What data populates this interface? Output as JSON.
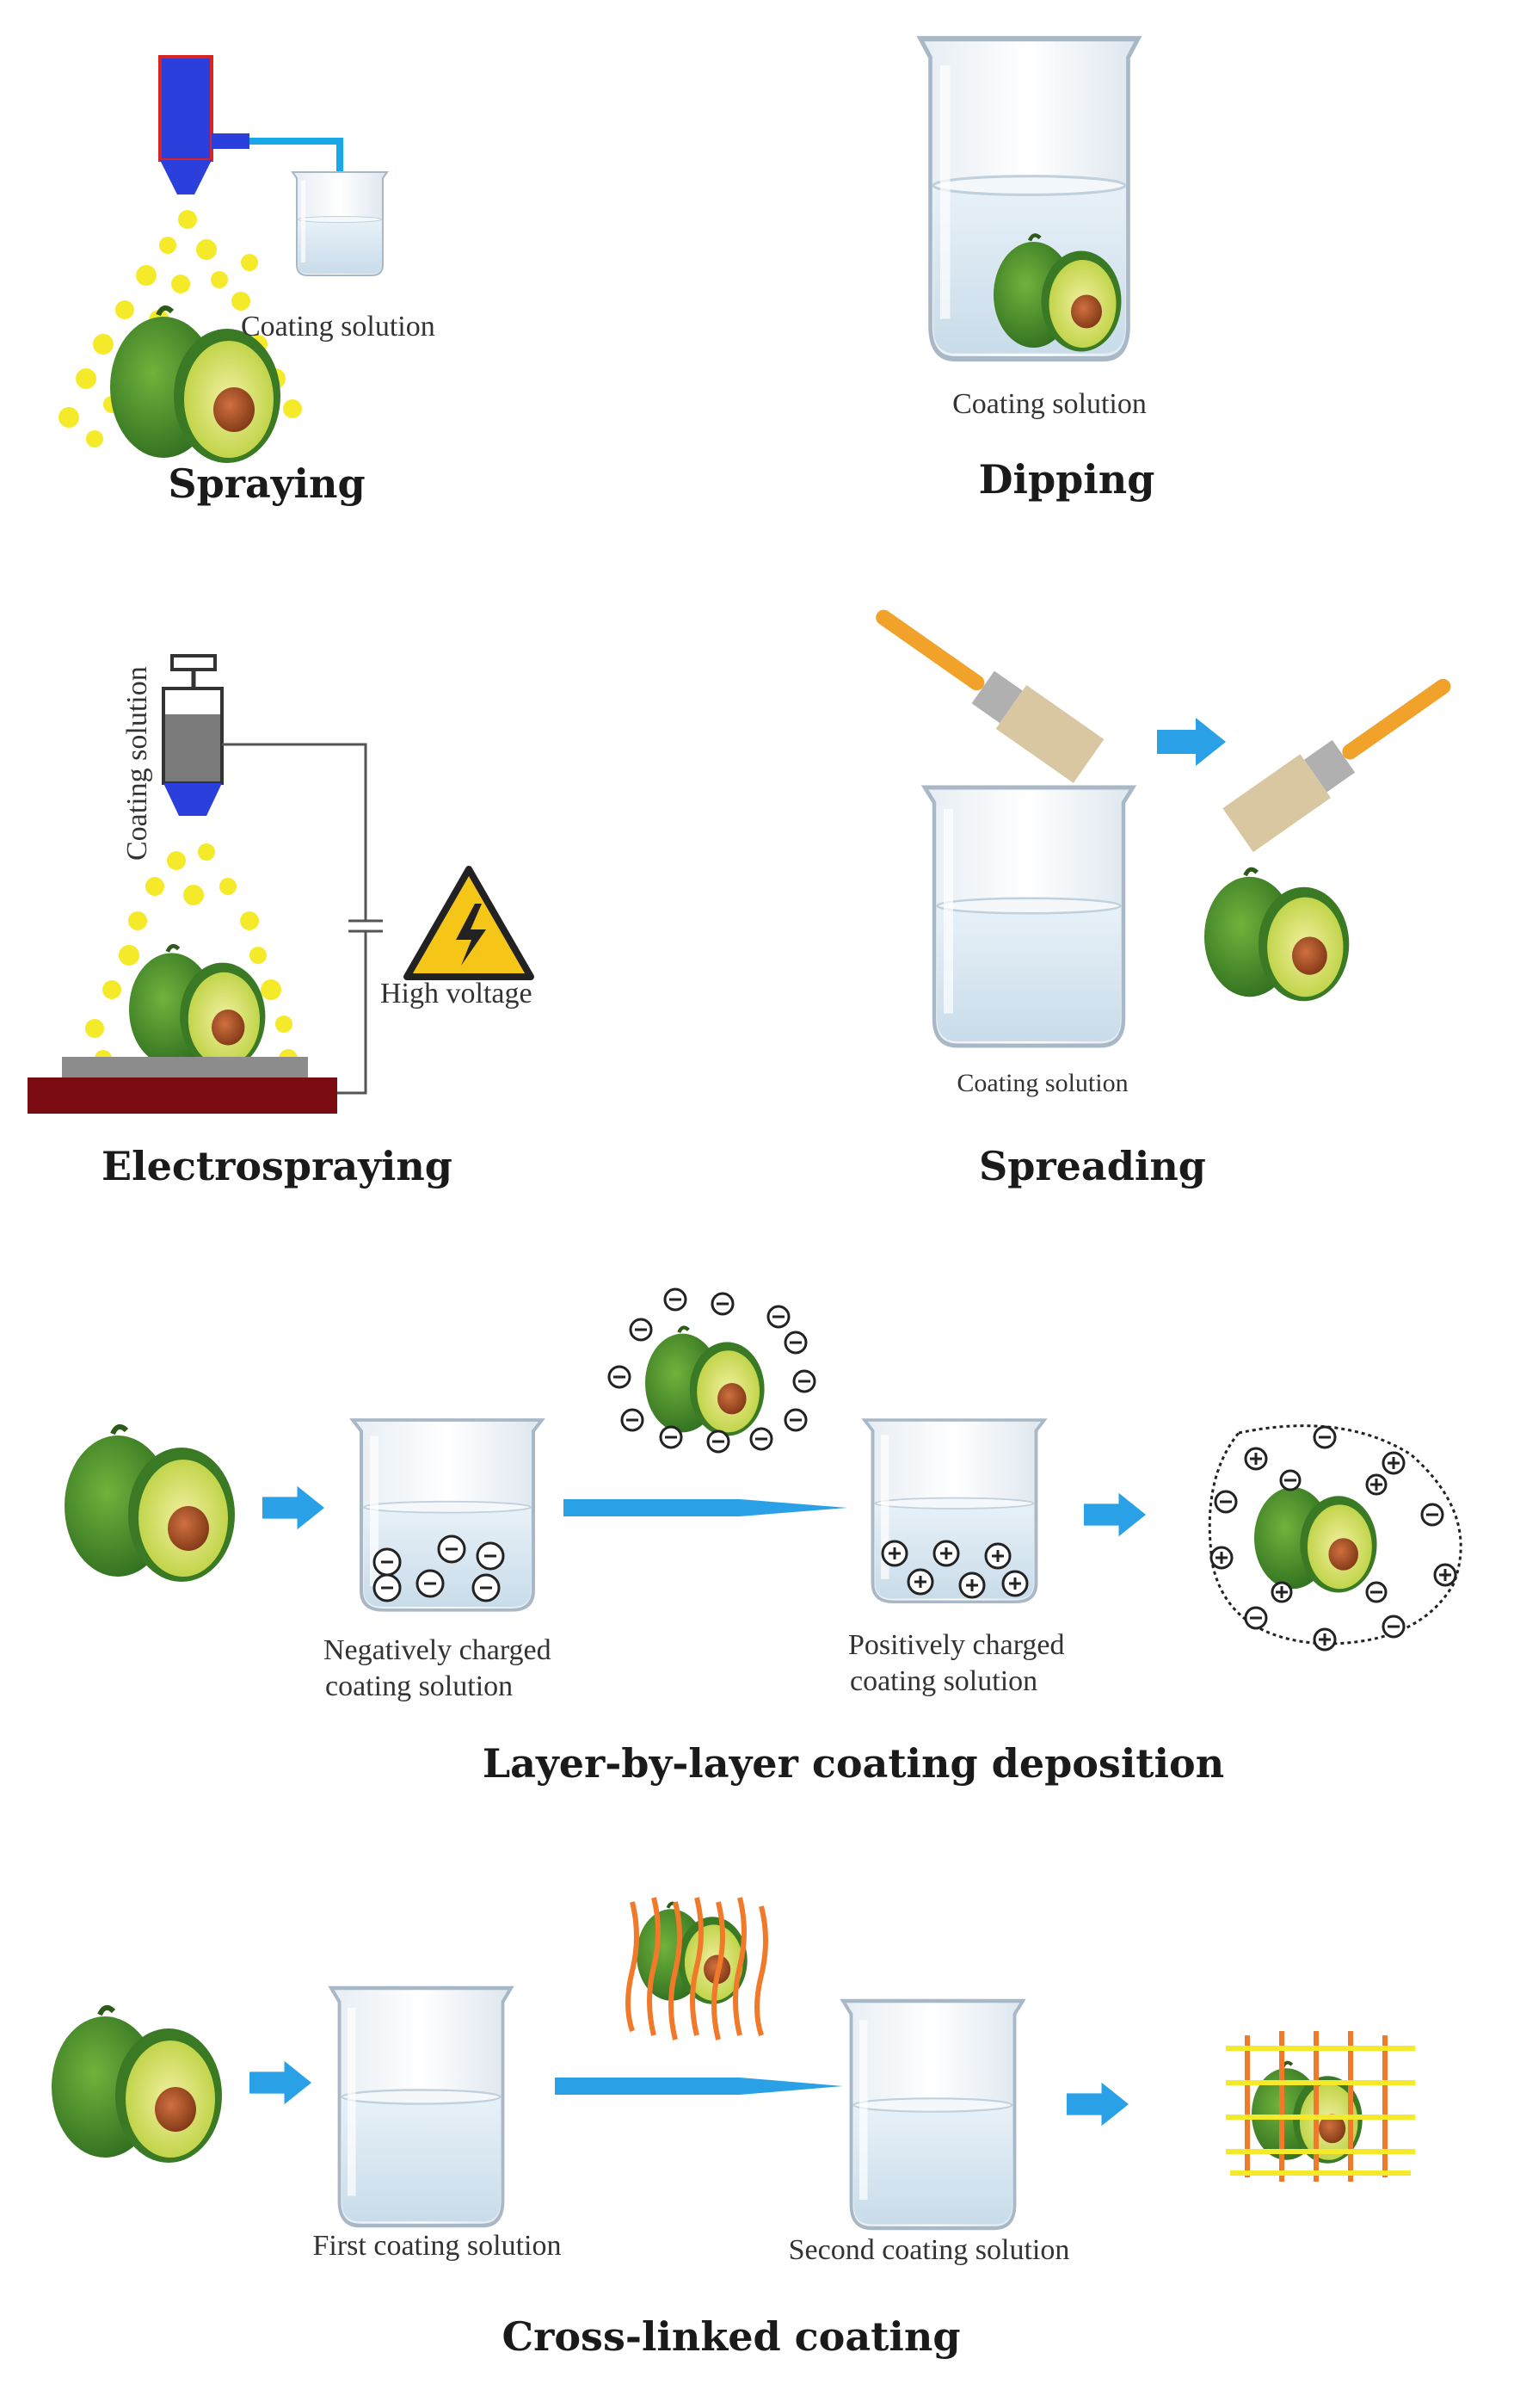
{
  "sections": {
    "spraying": {
      "title": "Spraying",
      "label": "Coating solution"
    },
    "dipping": {
      "title": "Dipping",
      "label": "Coating solution"
    },
    "electrospraying": {
      "title": "Electrospraying",
      "vertical_label": "Coating solution",
      "voltage_label": "High voltage"
    },
    "spreading": {
      "title": "Spreading",
      "label": "Coating solution"
    },
    "layer_by_layer": {
      "title": "Layer-by-layer coating deposition",
      "negative_label_1": "Negatively charged",
      "negative_label_2": "coating solution",
      "positive_label_1": "Positively charged",
      "positive_label_2": "coating solution"
    },
    "cross_linked": {
      "title": "Cross-linked coating",
      "first_label": "First coating solution",
      "second_label": "Second coating solution"
    }
  },
  "colors": {
    "avocado_skin": "#3f8a2a",
    "avocado_flesh": "#c9d94a",
    "avocado_seed": "#9c4a1f",
    "arrow_blue": "#2aa0e6",
    "spray_yellow": "#f5ea2a",
    "nozzle_blue": "#2b3fdc",
    "base_red": "#7a0b12",
    "brush_orange": "#f0a22a",
    "mesh_orange": "#f07a2a"
  },
  "icons": [
    "avocado-icon",
    "beaker-icon",
    "arrow-icon",
    "warning-icon",
    "brush-icon",
    "syringe-icon",
    "spray-nozzle-icon"
  ]
}
